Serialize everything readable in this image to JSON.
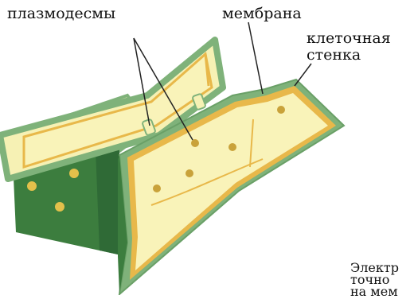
{
  "labels": {
    "plasmodesmata": "плазмодесмы",
    "membrane": "мембрана",
    "cell_wall_line1": "клеточная",
    "cell_wall_line2": "стенка"
  },
  "caption_fragments": [
    "Электр",
    "точно",
    "на мем"
  ],
  "colors": {
    "cell_wall": "#7fb27a",
    "cell_wall_dark": "#2f6a36",
    "membrane": "#e8b84a",
    "cytoplasm": "#f9f3b9",
    "dot": "#c9a23a",
    "text": "#111111"
  }
}
